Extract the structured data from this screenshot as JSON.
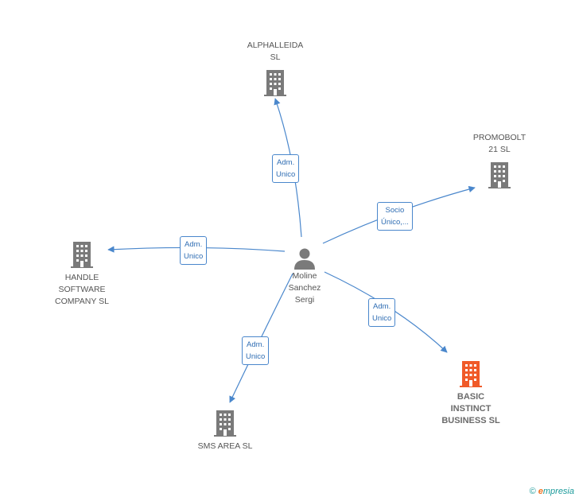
{
  "colors": {
    "edge": "#4a87cc",
    "building": "#7a7a7a",
    "building_highlight": "#f05a28",
    "person": "#7a7a7a"
  },
  "center": {
    "name": "Moline\nSanchez\nSergi",
    "icon": "person-icon"
  },
  "companies": [
    {
      "id": "alphalleida",
      "name": "ALPHALLEIDA\nSL",
      "icon": "building-icon",
      "highlight": false
    },
    {
      "id": "promobolt",
      "name": "PROMOBOLT\n21  SL",
      "icon": "building-icon",
      "highlight": false
    },
    {
      "id": "handle",
      "name": "HANDLE\nSOFTWARE\nCOMPANY  SL",
      "icon": "building-icon",
      "highlight": false
    },
    {
      "id": "basic",
      "name": "BASIC\nINSTINCT\nBUSINESS SL",
      "icon": "building-icon",
      "highlight": true
    },
    {
      "id": "sms",
      "name": "SMS AREA SL",
      "icon": "building-icon",
      "highlight": false
    }
  ],
  "relations": [
    {
      "to": "alphalleida",
      "label": "Adm.\nUnico"
    },
    {
      "to": "promobolt",
      "label": "Socio\nÚnico,..."
    },
    {
      "to": "handle",
      "label": "Adm.\nUnico"
    },
    {
      "to": "basic",
      "label": "Adm.\nUnico"
    },
    {
      "to": "sms",
      "label": "Adm.\nUnico"
    }
  ],
  "footer": {
    "copyright_symbol": "©",
    "brand_initial": "e",
    "brand_rest": "mpresia"
  }
}
